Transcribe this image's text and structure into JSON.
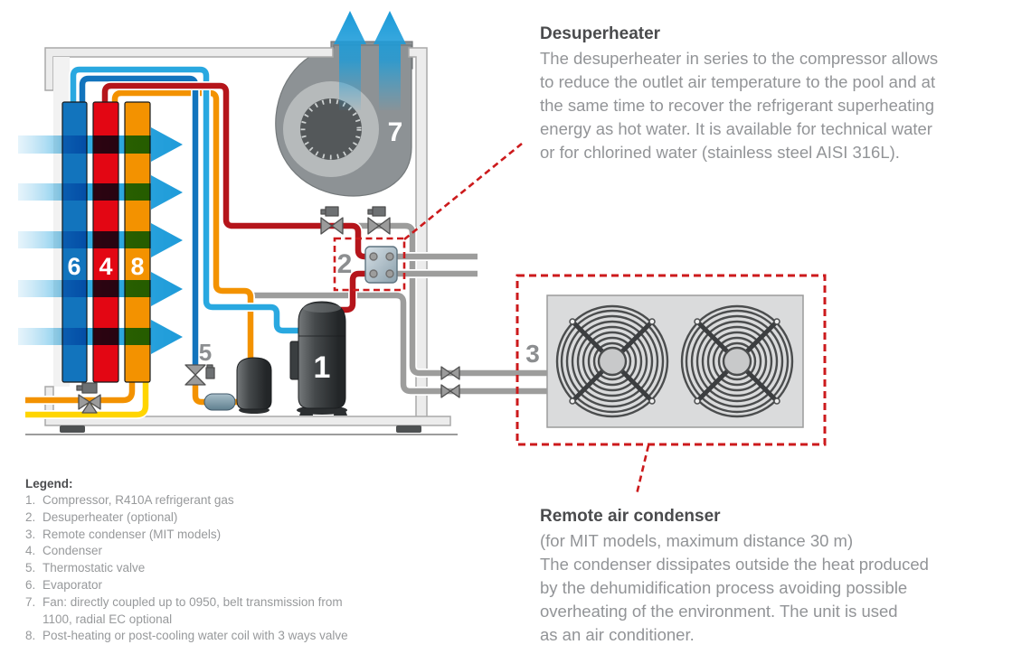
{
  "diagram": {
    "component_labels": {
      "compressor": "1",
      "desuperheater": "2",
      "remote_condenser": "3",
      "condenser": "4",
      "thermostatic_valve": "5",
      "evaporator": "6",
      "fan": "7",
      "water_coil": "8"
    },
    "colors": {
      "air_arrow_blue": "#29a8e0",
      "evaporator_blue": "#1274bd",
      "condenser_red": "#e30613",
      "coil_orange": "#f39200",
      "hot_gas_pipe_red": "#b5151b",
      "water_pipe_yellow": "#ffd500",
      "refrigerant_pipe_gray": "#9d9d9c",
      "callout_dashed_red": "#cc1a1c"
    }
  },
  "annotations": {
    "desuperheater": {
      "title": "Desuperheater",
      "lines": [
        "The desuperheater in series to the compressor allows",
        "to reduce the outlet air temperature to the pool and at",
        "the same time to recover the refrigerant superheating",
        "energy as hot water. It is available for technical water",
        "or for chlorined water (stainless steel AISI 316L)."
      ]
    },
    "remote_condenser": {
      "title": "Remote air condenser",
      "lines": [
        "(for MIT models, maximum distance 30 m)",
        "The condenser dissipates outside the heat produced",
        "by the dehumidification process avoiding possible",
        "overheating of the environment. The unit is used",
        "as an air conditioner."
      ]
    }
  },
  "legend": {
    "title": "Legend:",
    "rows": [
      {
        "num": "1.",
        "text": "Compressor, R410A refrigerant gas"
      },
      {
        "num": "2.",
        "text": "Desuperheater (optional)"
      },
      {
        "num": "3.",
        "text": "Remote condenser (MIT models)"
      },
      {
        "num": "4.",
        "text": "Condenser"
      },
      {
        "num": "5.",
        "text": "Thermostatic valve"
      },
      {
        "num": "6.",
        "text": "Evaporator"
      },
      {
        "num": "7.",
        "text": "Fan: directly coupled up to 0950, belt transmission from"
      },
      {
        "num": "",
        "text": "1100, radial EC optional"
      },
      {
        "num": "8.",
        "text": "Post-heating or post-cooling water coil with 3 ways valve"
      }
    ]
  }
}
